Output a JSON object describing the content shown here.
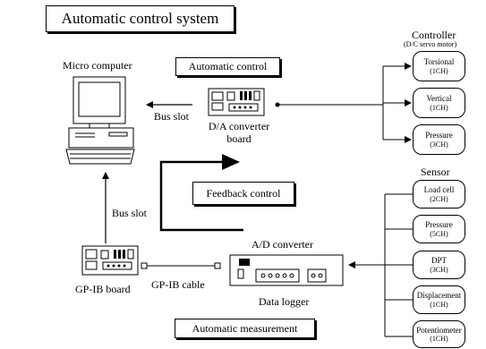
{
  "title": "Automatic control system",
  "labels": {
    "micro_computer": "Micro computer",
    "automatic_control": "Automatic control",
    "bus_slot_top": "Bus slot",
    "da_converter": "D/A converter",
    "da_board": "board",
    "bus_slot_left": "Bus slot",
    "feedback_control": "Feedback control",
    "ad_converter": "A/D converter",
    "gpib_cable": "GP-IB cable",
    "gpib_board": "GP-IB board",
    "data_logger": "Data logger",
    "automatic_measurement": "Automatic measurement",
    "controller": "Controller",
    "controller_sub": "(D/C servo motor)",
    "sensor": "Sensor"
  },
  "controllers": [
    {
      "name": "Torsional",
      "ch": "(1CH)"
    },
    {
      "name": "Vertical",
      "ch": "(1CH)"
    },
    {
      "name": "Pressure",
      "ch": "(3CH)"
    }
  ],
  "sensors": [
    {
      "name": "Load cell",
      "ch": "(2CH)"
    },
    {
      "name": "Pressure",
      "ch": "(5CH)"
    },
    {
      "name": "DPT",
      "ch": "(3CH)"
    },
    {
      "name": "Displacement",
      "ch": "(1CH)"
    },
    {
      "name": "Potentiometer",
      "ch": "(1CH)"
    }
  ]
}
